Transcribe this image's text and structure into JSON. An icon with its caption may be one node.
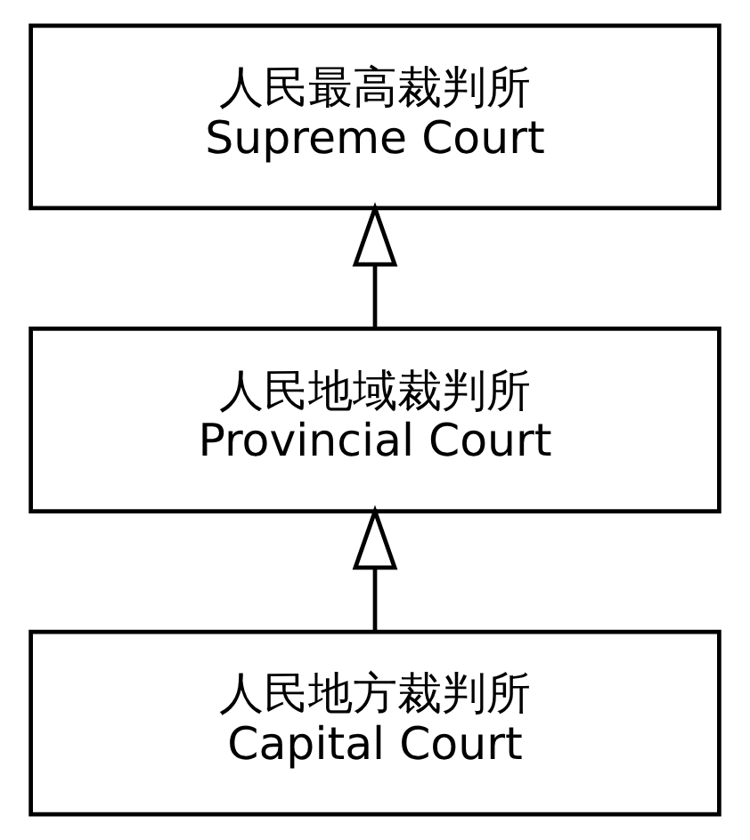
{
  "diagram": {
    "nodes": [
      {
        "text": [
          "人民最高裁判所",
          "Supreme Court"
        ]
      },
      {
        "text": [
          "人民地域裁判所",
          "Provincial Court"
        ]
      },
      {
        "text": [
          "人民地方裁判所",
          "Capital Court"
        ]
      }
    ],
    "edges": [
      {
        "from": 2,
        "to": 1,
        "arrow": "to"
      },
      {
        "from": 1,
        "to": 0,
        "arrow": "to"
      }
    ]
  }
}
